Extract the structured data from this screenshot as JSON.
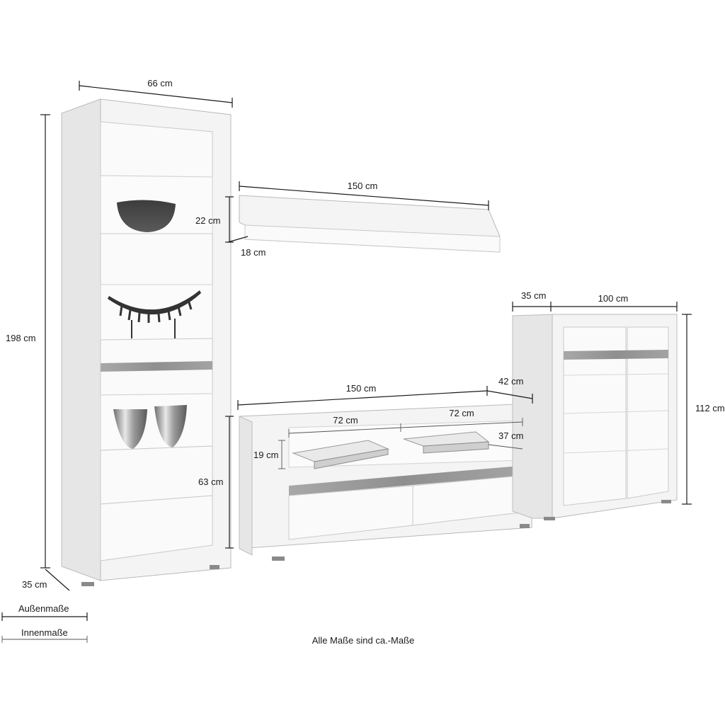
{
  "dimensions": {
    "vitrine": {
      "width": "66 cm",
      "height": "198 cm",
      "depth": "35 cm",
      "inner_top": "22 cm",
      "inner_bottom": "63 cm"
    },
    "wall_shelf": {
      "width": "150 cm",
      "depth": "18 cm"
    },
    "tv_board": {
      "width": "150 cm",
      "depth": "42 cm",
      "inner_left": "72 cm",
      "inner_right": "72 cm",
      "inner_depth": "37 cm",
      "inner_height": "19 cm"
    },
    "highboard": {
      "depth": "35 cm",
      "width": "100 cm",
      "height": "112 cm"
    }
  },
  "legend": {
    "outer": "Außenmaße",
    "inner": "Innenmaße"
  },
  "note": "Alle Maße sind ca.-Maße"
}
